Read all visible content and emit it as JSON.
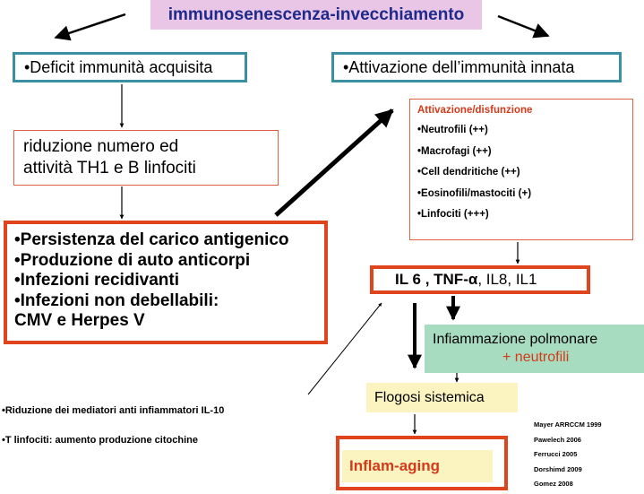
{
  "title": "immunosenescenza-invecchiamento",
  "left_branch": {
    "acquired": "•Deficit immunità acquisita",
    "reduction_line1": "riduzione numero ed",
    "reduction_line2": "attività  TH1 e B linfociti",
    "persistence_items": [
      "•Persistenza del carico antigenico",
      "•Produzione di auto anticorpi",
      "•Infezioni recidivanti",
      "•Infezioni non debellabili:",
      "CMV e Herpes V"
    ]
  },
  "right_branch": {
    "innate": "•Attivazione dell’immunità innata",
    "activation_title": "Attivazione/disfunzione",
    "activation_items": [
      "•Neutrofili (++)",
      "•Macrofagi (++)",
      "•Cell dendritiche (++)",
      "•Eosinofili/mastociti (+)",
      "•Linfociti (+++)"
    ],
    "cytokines_bold": "IL 6 , TNF-α",
    "cytokines_rest": ", IL8, IL1",
    "pulmonary_line1": "Infiammazione polmonare",
    "pulmonary_line2": "+  neutrofili",
    "systemic": "Flogosi sistemica",
    "inflamaging": "Inflam-aging"
  },
  "notes": [
    "•Riduzione dei mediatori anti infiammatori IL-10",
    "•T linfociti: aumento produzione citochine"
  ],
  "references": [
    "Mayer ARRCCM 1999",
    "Pawelech  2006",
    "Ferrucci 2005",
    "Dorshimd 2009",
    "Gomez 2008"
  ],
  "colors": {
    "title_bg": "#e9c6e6",
    "title_text": "#1f2a8a",
    "teal_border": "#3a8fa0",
    "red_border": "#e0441c",
    "red_text": "#d43a1a",
    "green_bg": "#a8dcc0",
    "yellow_bg": "#fbf3c0"
  }
}
